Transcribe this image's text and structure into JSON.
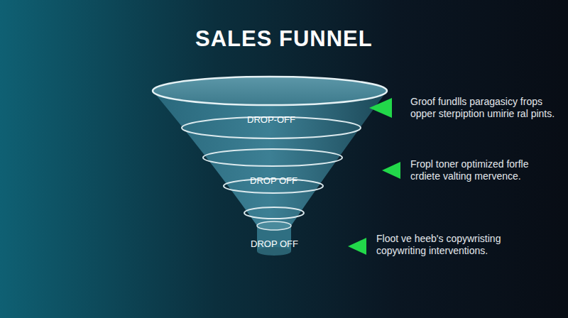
{
  "diagram": {
    "title": "SALES FUNNEL",
    "nodes": [
      {
        "text": [
          "DROP-OFF"
        ]
      },
      {
        "text": [
          "DROP OFF"
        ]
      },
      {
        "text": [
          "DROP OFF"
        ]
      }
    ],
    "labels": [
      "Groof fundlls paragasicy frops opper sterpiption umirie ral pints.",
      "Fropl toner optimized forfle crdiete valting mervence.",
      "Floot ve heeb's copywristing copywriting interventions."
    ]
  }
}
